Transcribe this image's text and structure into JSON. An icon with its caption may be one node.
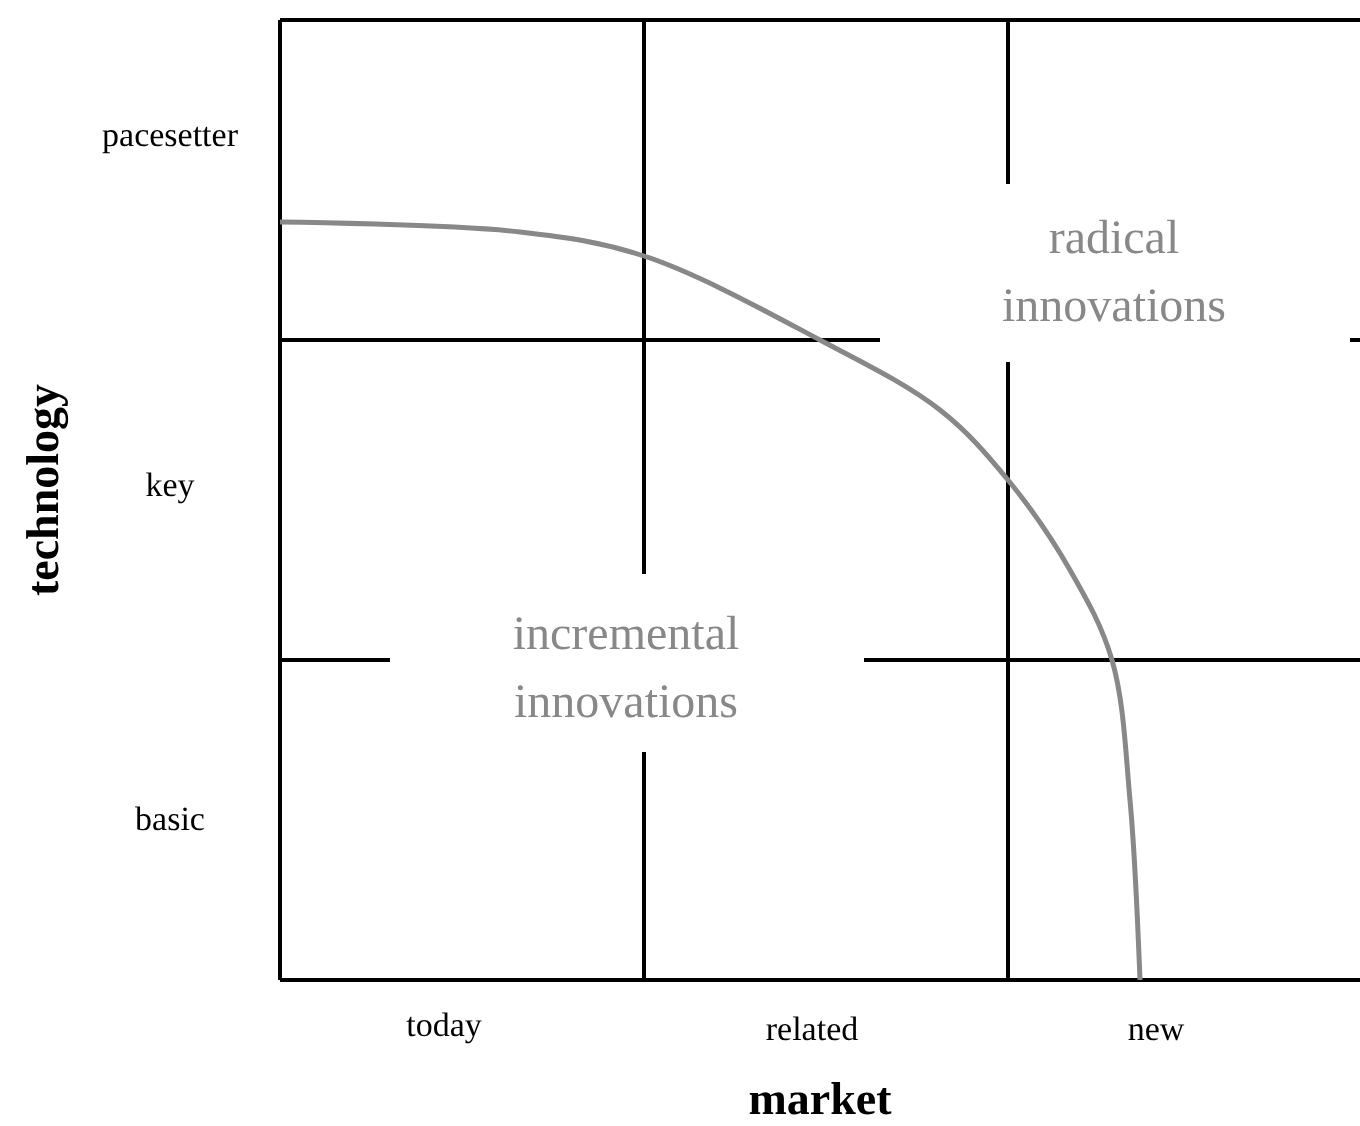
{
  "diagram": {
    "labels": [
      "pacesetter",
      "radical innovations",
      "technology",
      "key",
      "incremental innovations",
      "basic",
      "today",
      "related",
      "new",
      "market"
    ]
  }
}
